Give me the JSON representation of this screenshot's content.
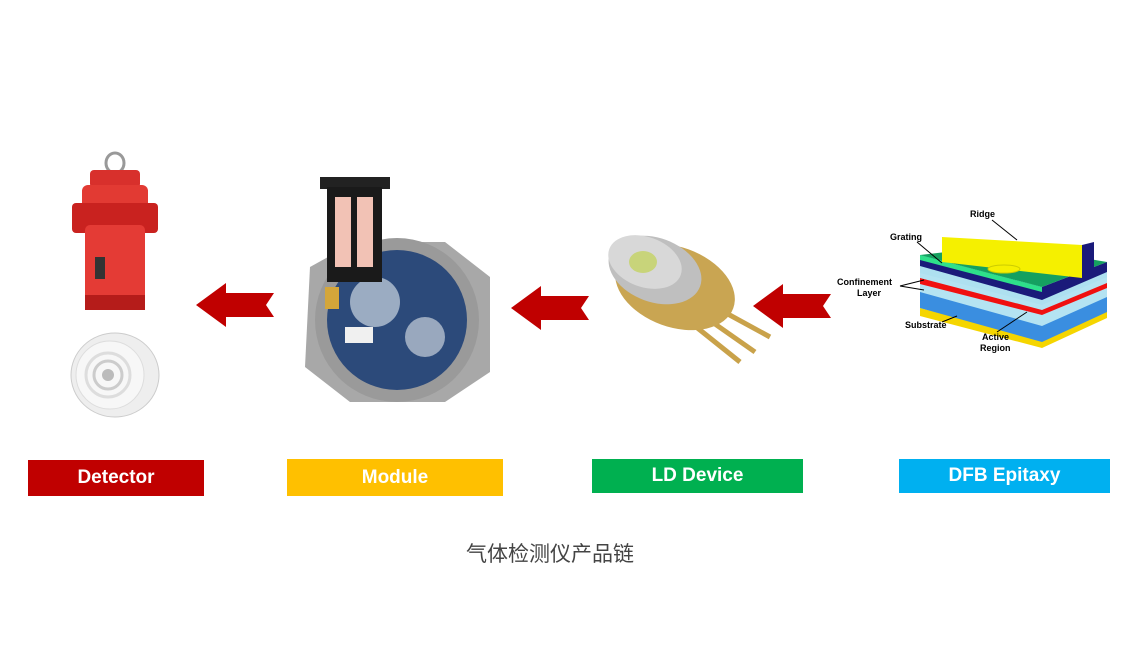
{
  "stages": [
    {
      "label": "Detector",
      "color": "#C00000"
    },
    {
      "label": "Module",
      "color": "#FFC000"
    },
    {
      "label": "LD Device",
      "color": "#00B050"
    },
    {
      "label": "DFB Epitaxy",
      "color": "#00B0F0"
    }
  ],
  "dfb_diagram": {
    "ridge": "Ridge",
    "grating": "Grating",
    "confinement_1": "Confinement",
    "confinement_2": "Layer",
    "substrate": "Substrate",
    "active_1": "Active",
    "active_2": "Region"
  },
  "arrow_color": "#C00000",
  "caption": "气体检测仪产品链"
}
